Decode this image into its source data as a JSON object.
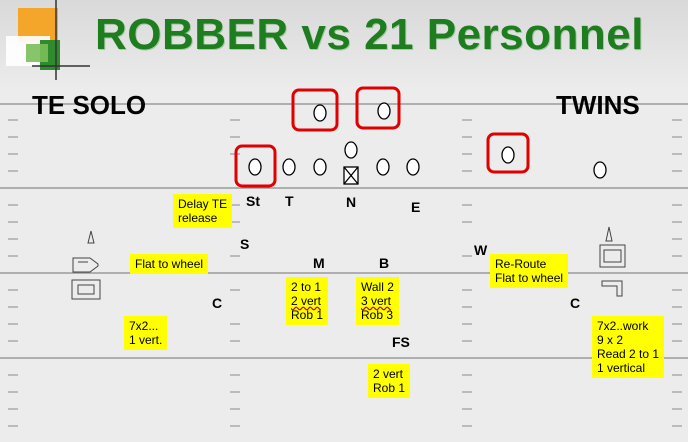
{
  "title": "ROBBER vs 21 Personnel",
  "labels": {
    "left_formation": "TE SOLO",
    "right_formation": "TWINS"
  },
  "positions": {
    "st": "St",
    "t": "T",
    "n": "N",
    "e": "E",
    "s": "S",
    "m": "M",
    "b": "B",
    "w": "W",
    "c_left": "C",
    "c_right": "C",
    "fs": "FS"
  },
  "notes": {
    "delay_te": [
      "Delay TE",
      "release"
    ],
    "flat_wheel": [
      "Flat to wheel"
    ],
    "m_note": [
      "2 to 1",
      "2 vert",
      "Rob 1"
    ],
    "b_note": [
      "Wall 2",
      "3 vert",
      "Rob 3"
    ],
    "reroute": [
      "Re-Route",
      "Flat to wheel"
    ],
    "c_left_note": [
      "7x2...",
      "1 vert."
    ],
    "fs_note": [
      "2 vert",
      "Rob 1"
    ],
    "c_right_note": [
      "7x2..work",
      "9 x 2",
      "Read 2 to 1",
      "1 vertical"
    ]
  },
  "colors": {
    "title": "#1e7d1e",
    "highlight": "#ffff00",
    "circle_box": "#e00000",
    "field_line": "#8a8a8a"
  }
}
